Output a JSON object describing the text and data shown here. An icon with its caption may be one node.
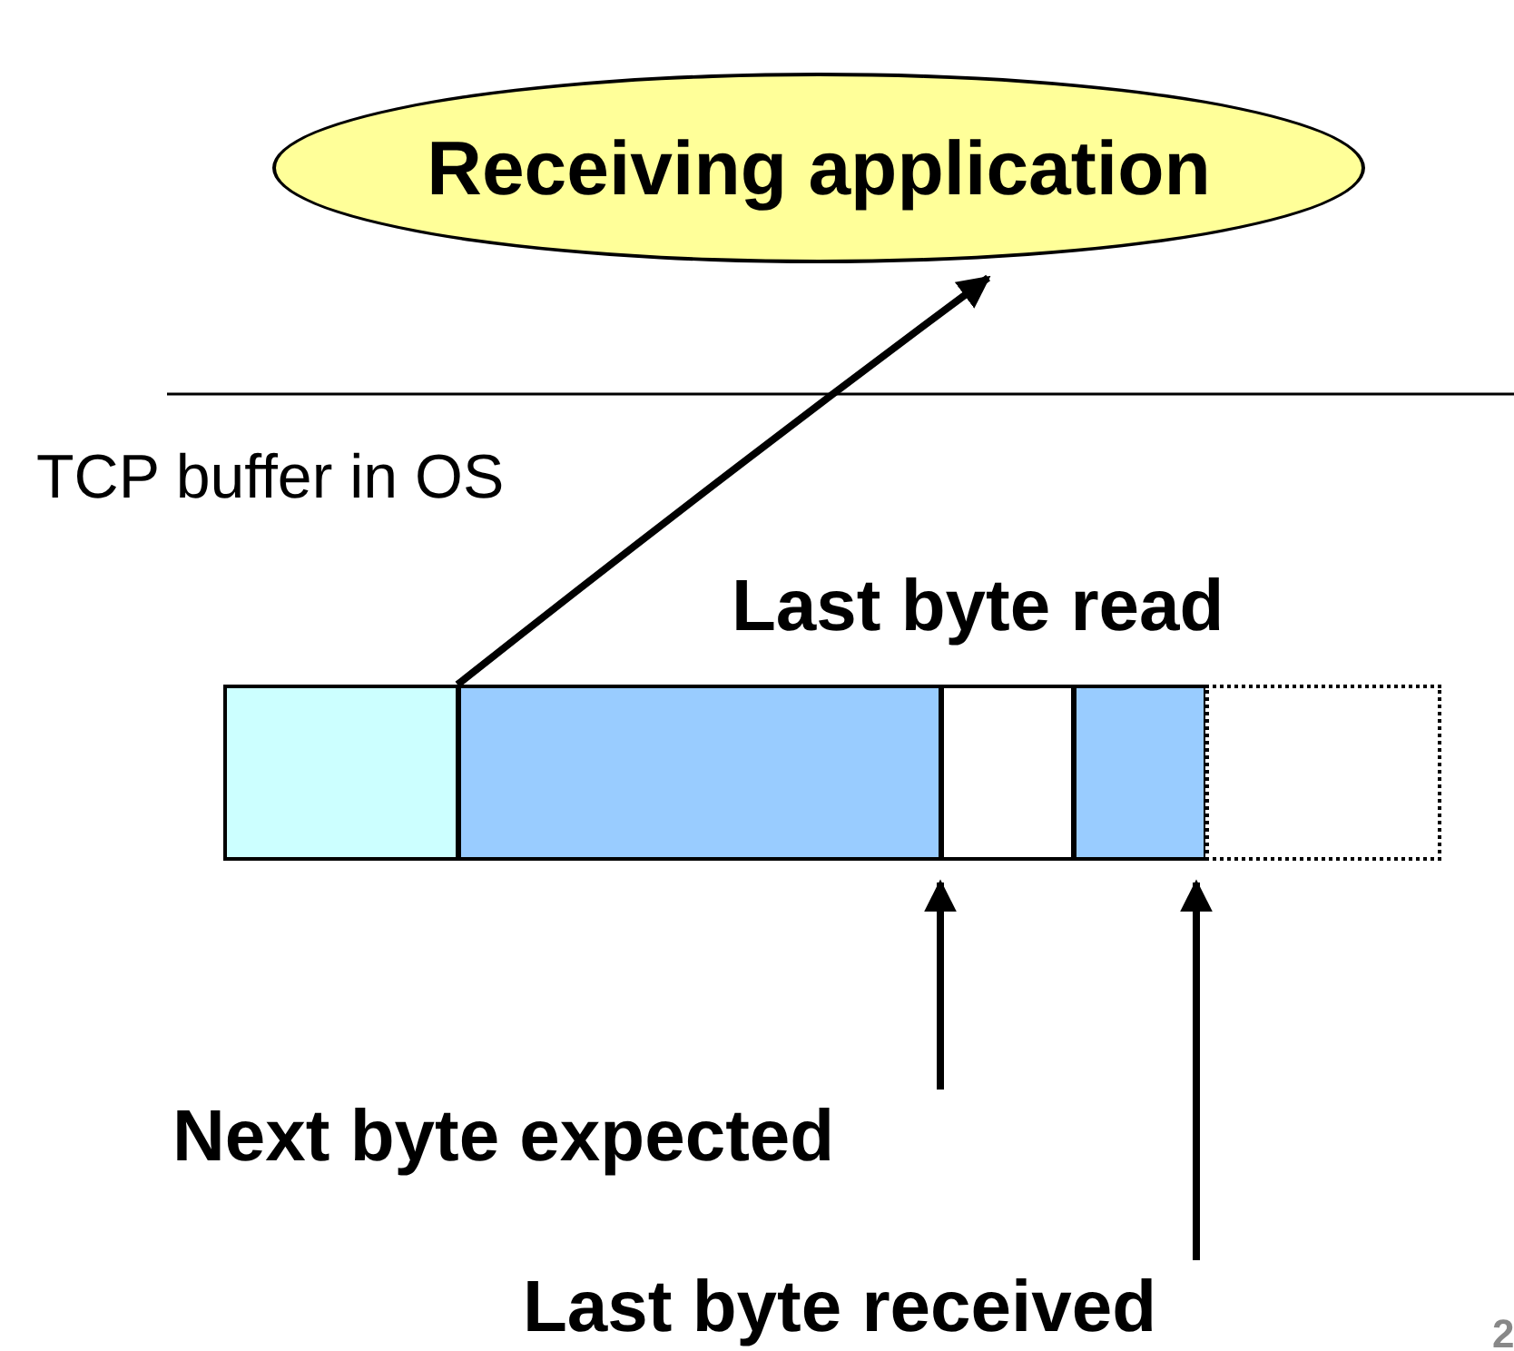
{
  "diagram": {
    "nodes": [
      {
        "text": [
          "Receiving application"
        ]
      },
      {
        "text": [],
        "shape": "box"
      },
      {
        "text": [],
        "shape": "box"
      },
      {
        "text": [],
        "shape": "box"
      },
      {
        "text": [],
        "shape": "box"
      },
      {
        "text": [],
        "shape": "box"
      },
      {
        "text": [
          "Next byte expected"
        ]
      },
      {
        "text": [
          "Last byte received"
        ]
      }
    ],
    "edges": [
      {
        "from": 2,
        "to": 0,
        "arrow": "to"
      },
      {
        "from": 6,
        "to": 3,
        "arrow": "to"
      },
      {
        "from": 7,
        "to": 4,
        "arrow": "to"
      }
    ],
    "labels": [
      "TCP buffer in OS",
      "Last byte read",
      "2"
    ]
  }
}
